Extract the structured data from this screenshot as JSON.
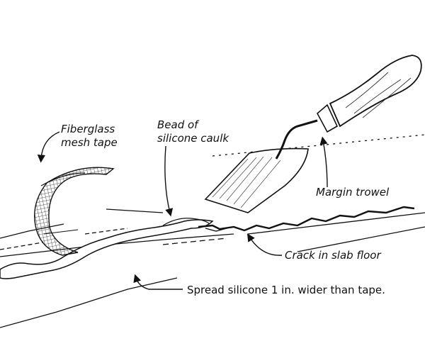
{
  "labels": {
    "fiberglass_line1": "Fiberglass",
    "fiberglass_line2": "mesh tape",
    "bead_line1": "Bead of",
    "bead_line2": "silicone caulk",
    "trowel": "Margin trowel",
    "crack": "Crack in slab floor",
    "spread": "Spread silicone 1 in. wider than tape."
  },
  "colors": {
    "ink": "#111111",
    "background": "#ffffff"
  }
}
